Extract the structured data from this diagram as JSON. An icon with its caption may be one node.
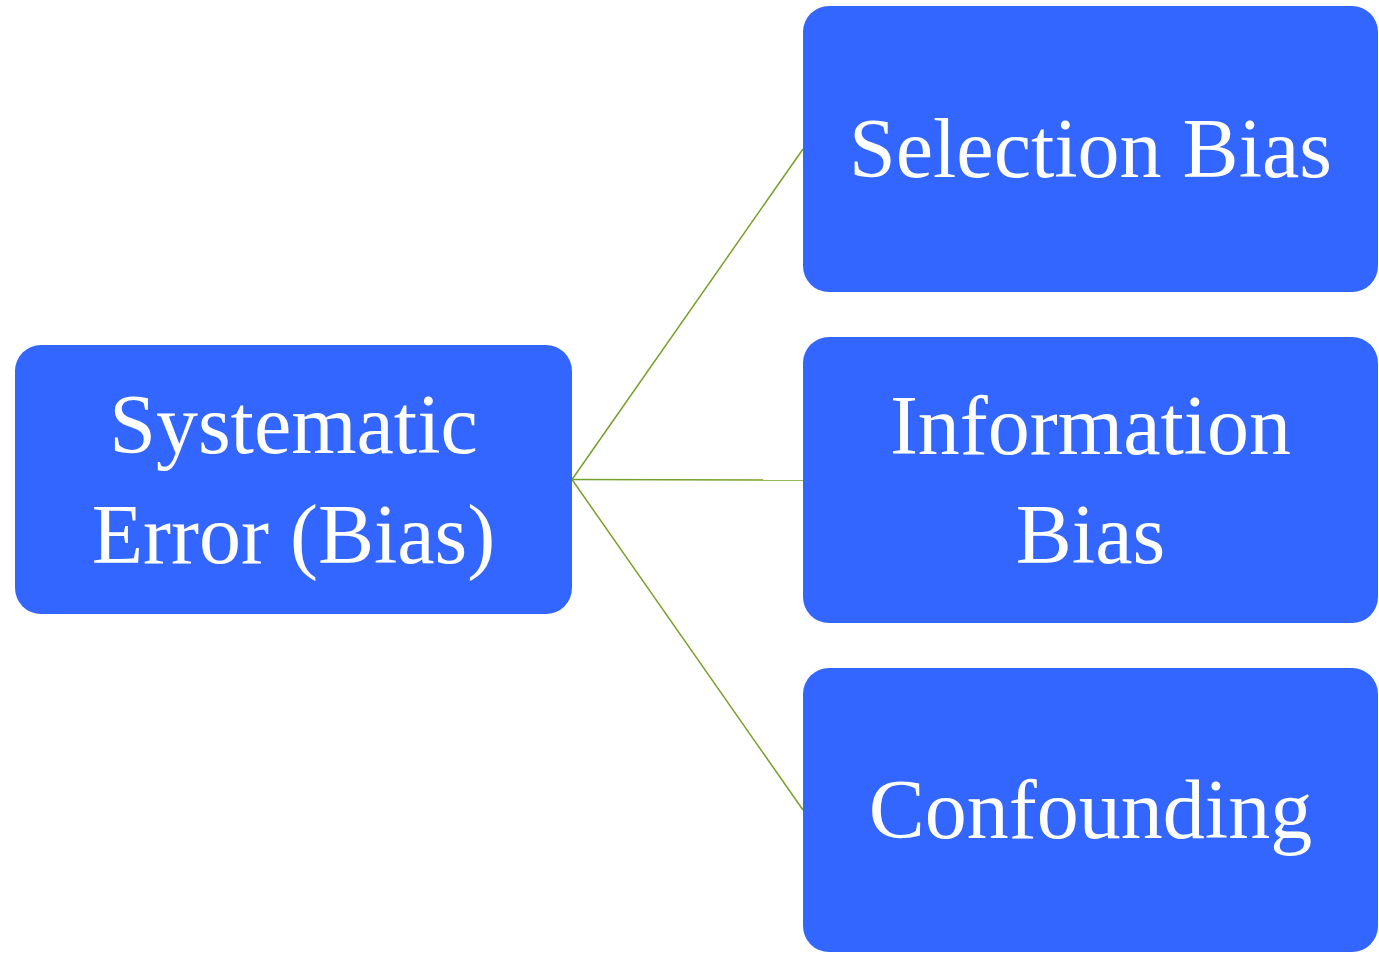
{
  "diagram": {
    "nodes": [
      {
        "text": [
          "Systematic Error (Bias)"
        ]
      },
      {
        "text": [
          "Selection Bias"
        ]
      },
      {
        "text": [
          "Information Bias"
        ]
      },
      {
        "text": [
          "Confounding"
        ]
      }
    ],
    "edges": [
      {
        "from": 0,
        "to": 1,
        "arrow": "none"
      },
      {
        "from": 0,
        "to": 2,
        "arrow": "none"
      },
      {
        "from": 0,
        "to": 3,
        "arrow": "none"
      }
    ]
  }
}
